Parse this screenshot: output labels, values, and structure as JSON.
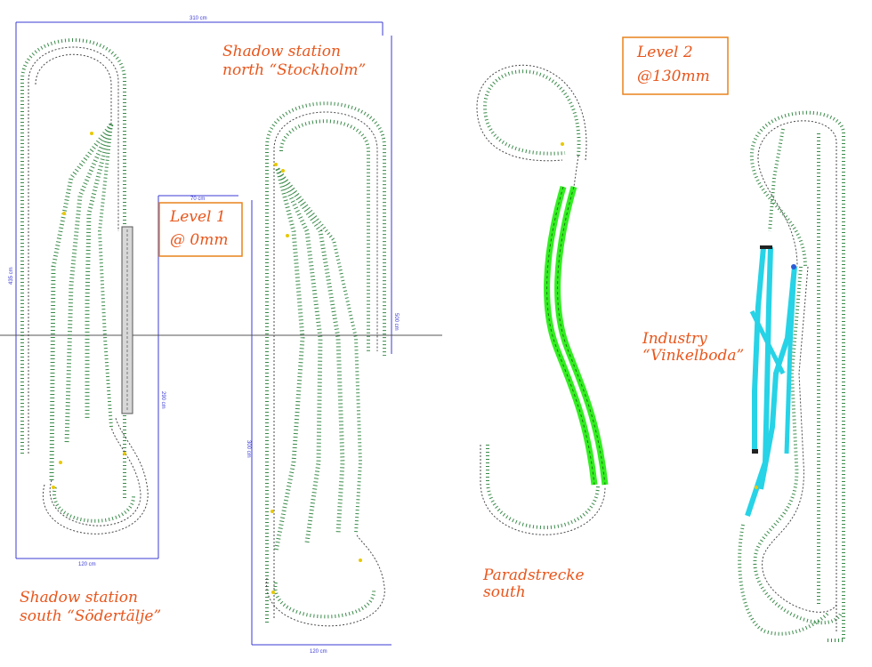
{
  "colors": {
    "label": "#e8561c",
    "dimension": "#3b3bd6",
    "track": "#4a4a4a",
    "track_dots": "#3a8a4a",
    "paradstrecke": "#33ee22",
    "industry": "#27d3e6"
  },
  "labels": {
    "shadow_north": [
      "Shadow station",
      "north “Stockholm”"
    ],
    "shadow_south": [
      "Shadow station",
      "south “Södertälje”"
    ],
    "level1": [
      "Level 1",
      "@ 0mm"
    ],
    "level2": [
      "Level 2",
      "@130mm"
    ],
    "industry": [
      "Industry",
      "“Vinkelboda”"
    ],
    "paradstrecke": [
      "Paradstrecke",
      "south"
    ]
  },
  "dimensions": {
    "top_width": "310 cm",
    "left_height": "435 cm",
    "width_70": "70 cm",
    "height_290": "290 cm",
    "height_300": "300 cm",
    "height_500": "500 cm",
    "bottom_120_a": "120 cm",
    "bottom_120_b": "120 cm"
  }
}
